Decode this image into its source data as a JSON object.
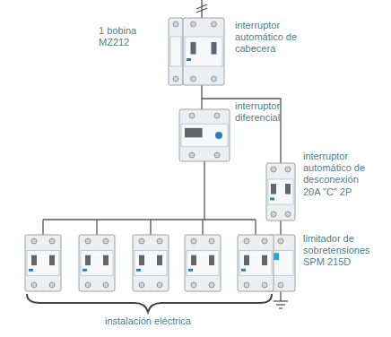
{
  "diagram": {
    "labels": [
      "1 bobina MZ212",
      "interruptor automático de cabecera",
      "interruptor diferencial",
      "interruptor automático de desconexión 20A \"C\" 2P",
      "limitador de sobretensiones SPM 215D",
      "instalación eléctrica"
    ]
  }
}
